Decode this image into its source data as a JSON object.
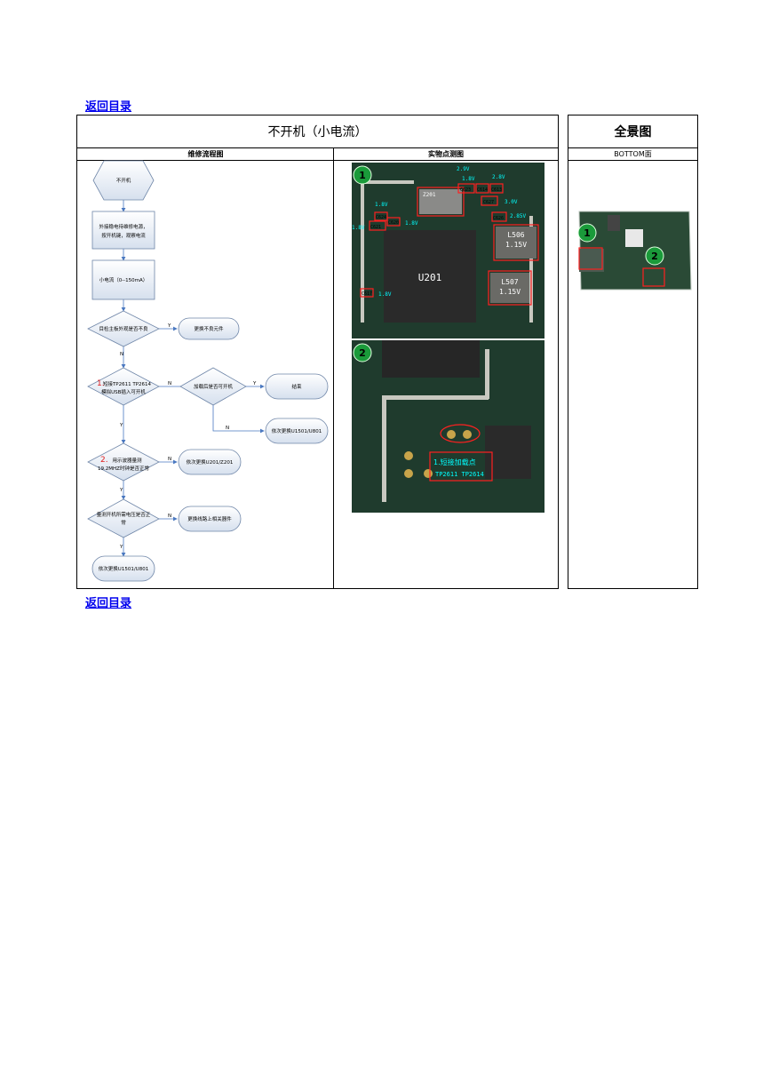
{
  "toc_link": "返回目录",
  "main_table": {
    "title": "不开机（小电流）",
    "col_flow": "维修流程图",
    "col_points": "实物点测图"
  },
  "overview_table": {
    "title": "全景图",
    "sub": "BOTTOM面"
  },
  "flow": {
    "start": "不开机",
    "step1": [
      "外接稳电待维修电源，",
      "按开机键，观察电流"
    ],
    "step2": "小电流（0--150mA）",
    "d1": "目检主板外观是否不良",
    "d1_yes": "更换不良元件",
    "d2_num": "1.",
    "d2": [
      "短接TP2611 TP2614",
      "模拟USB插入可开机"
    ],
    "d2_right": "加载后是否可开机",
    "d2_right_yes": "结束",
    "d2_right_no": "依次更换U1501/U801",
    "d3_num": "2.",
    "d3": [
      "用示波器量测",
      "19.2MHZ时钟是否正常"
    ],
    "d3_no": "依次更换U201/Z201",
    "d4": [
      "量测开机所需电压是否正",
      "常"
    ],
    "d4_no": "更换线路上相关器件",
    "end": "依次更换U1501/U801",
    "labels": {
      "y": "Y",
      "n": "N"
    }
  },
  "photo1": {
    "badge": "1",
    "chips": {
      "u201": "U201",
      "l506": "L506",
      "l506_v": "1.15V",
      "l507": "L507",
      "l507_v": "1.15V",
      "z201": "Z201"
    },
    "refs": [
      "C623",
      "C614",
      "C613",
      "C627",
      "C626",
      "C624",
      "C620",
      "C621",
      "C617"
    ],
    "volts": [
      "2.9V",
      "1.8V",
      "2.8V",
      "1.8V",
      "3.0V",
      "1.8V",
      "1.8V",
      "2.85V",
      "1.8V"
    ]
  },
  "photo2": {
    "badge": "2",
    "note": "1.短接加载点",
    "points": "TP2611  TP2614"
  },
  "overview": {
    "badge1": "1",
    "badge2": "2"
  }
}
